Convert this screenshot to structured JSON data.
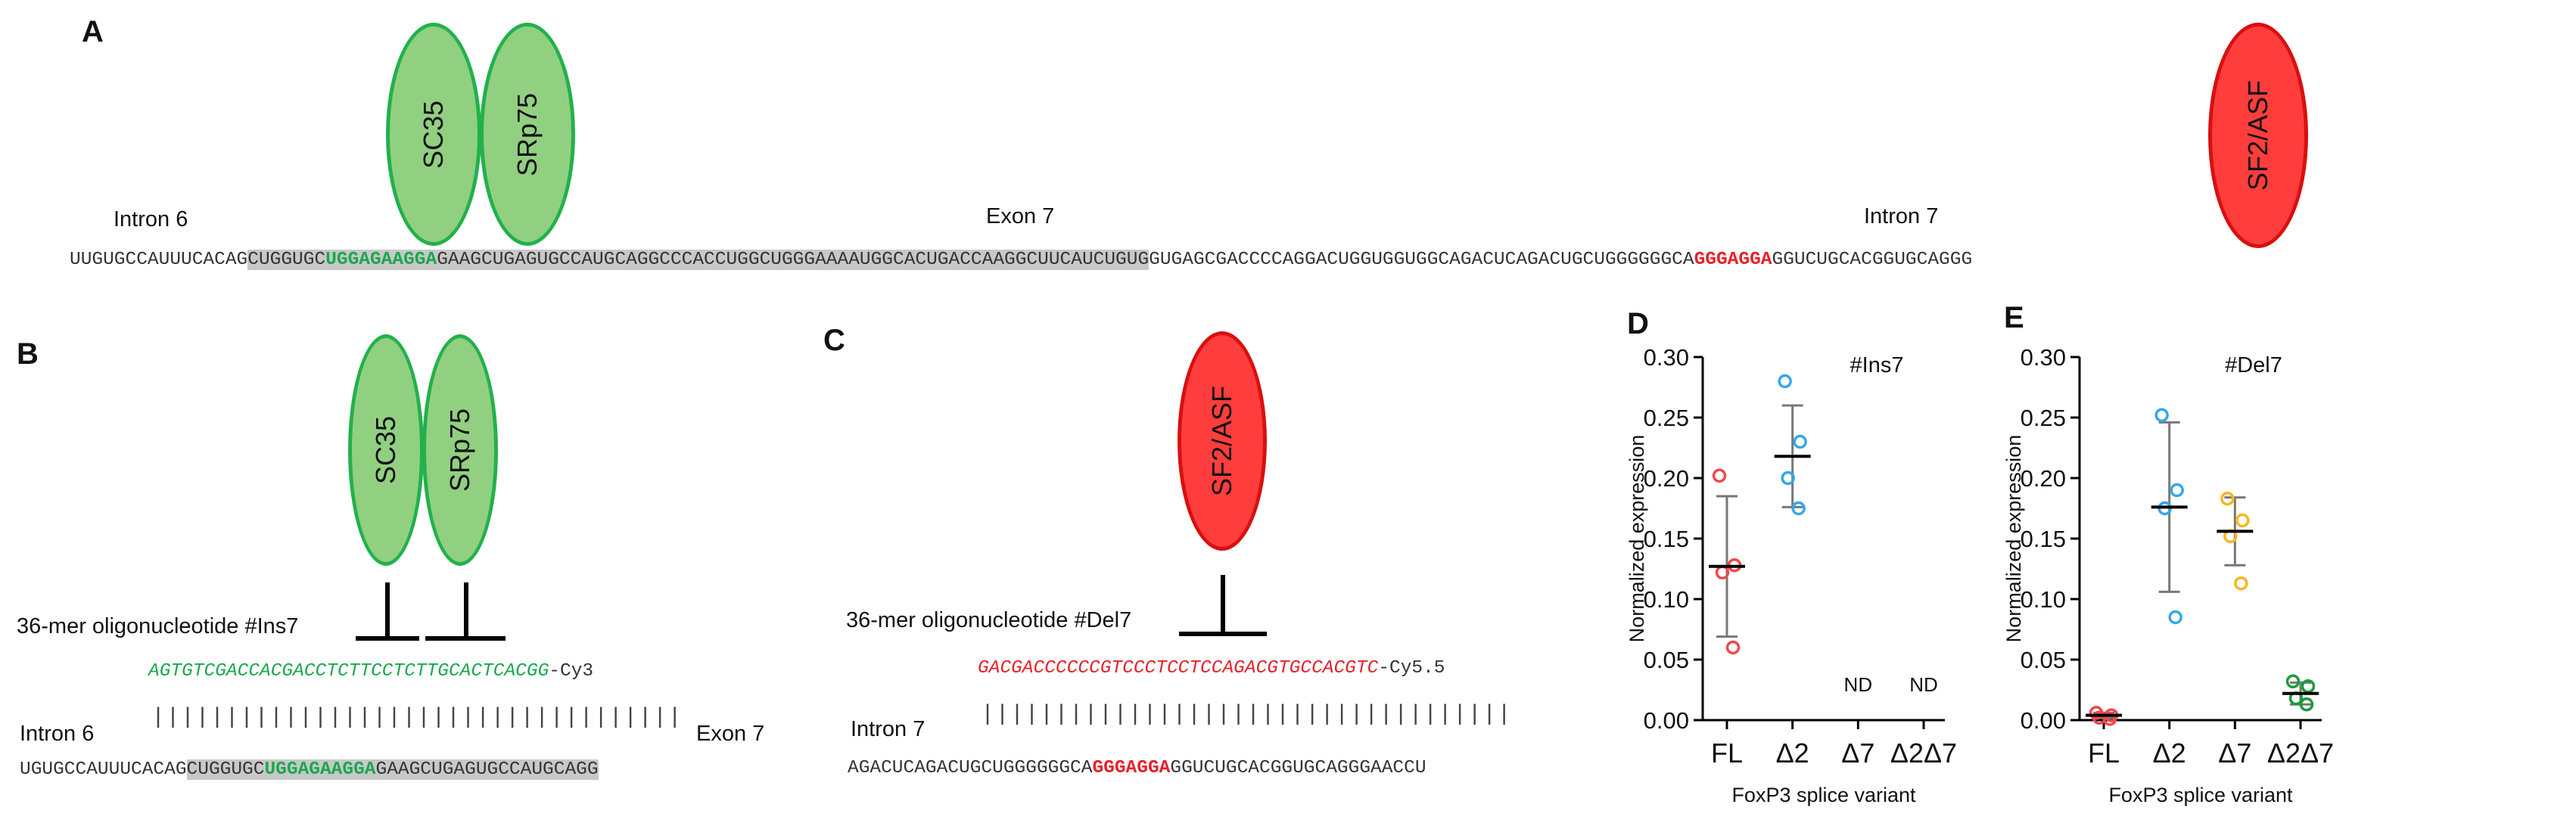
{
  "panels": {
    "A": "A",
    "B": "B",
    "C": "C",
    "D": "D",
    "E": "E"
  },
  "proteins": {
    "sc35": "SC35",
    "srp75": "SRp75",
    "sf2asf": "SF2/ASF"
  },
  "panelA": {
    "intron6": "Intron 6",
    "exon7": "Exon 7",
    "intron7": "Intron 7",
    "seq_pre": "UUGUGCCAUUUCACAG",
    "seq_ex1": "CUGGUGC",
    "seq_ex_motif": "UGGAGAAGGA",
    "seq_ex2": "GAAGCUGAGUGCCAUGCAGGCCCACCUGGCUGGGAAAAUGGCACUGACCAAGGCUUCAUCUGUG",
    "seq_int1": "GUGAGCGACCCCAGGACUGGUGGUGGCAGACUCAGACUGCUGGGGGGCA",
    "seq_int_motif": "GGGAGGA",
    "seq_int2": "GGUCUGCACGGUGCAGGG"
  },
  "panelB": {
    "oligo_label": "36-mer oligonucleotide #Ins7",
    "oligo_seq": "AGTGTCGACCACGACCTCTTCCTCTTGCACTCACGG",
    "dye": "-Cy3",
    "ticks": "||||||||||||||||||||||||||||||||||||",
    "intron": "Intron 6",
    "exon": "Exon 7",
    "seq_pre": "UGUGCCAUUUCACAG",
    "seq_ex1": "CUGGUGC",
    "seq_motif": "UGGAGAAGGA",
    "seq_ex2": "GAAGCUGAGUGCCAUGCAGG"
  },
  "panelC": {
    "oligo_label": "36-mer oligonucleotide #Del7",
    "oligo_seq": "GACGACCCCCCGTCCCTCCTCCAGACGTGCCACGTC",
    "dye": "-Cy5.5",
    "ticks": "||||||||||||||||||||||||||||||||||||",
    "intron": "Intron 7",
    "seq_pre": "AGACUCAGACUGCUGGGGGGCA",
    "seq_motif": "GGGAGGA",
    "seq_post": "GGUCUGCACGGUGCAGGGAACCU"
  },
  "chart_data": [
    {
      "panel": "D",
      "type": "scatter",
      "title": "#Ins7",
      "ylabel": "Normalized expression",
      "xlabel": "FoxP3 splice variant",
      "ylim": [
        0,
        0.3
      ],
      "yticks": [
        "0.00",
        "0.05",
        "0.10",
        "0.15",
        "0.20",
        "0.25",
        "0.30"
      ],
      "categories": [
        "FL",
        "Δ2",
        "Δ7",
        "Δ2Δ7"
      ],
      "colors": [
        "#f0484c",
        "#31a8e8",
        "#f5b820",
        "#1b9a3c"
      ],
      "points": [
        [
          0.202,
          0.128,
          0.122,
          0.06
        ],
        [
          0.28,
          0.23,
          0.2,
          0.175
        ],
        [],
        []
      ],
      "mean": [
        0.127,
        0.218,
        null,
        null
      ],
      "sd": [
        0.058,
        0.042,
        null,
        null
      ],
      "nd": [
        "",
        "",
        "ND",
        "ND"
      ]
    },
    {
      "panel": "E",
      "type": "scatter",
      "title": "#Del7",
      "ylabel": "Normalized expression",
      "xlabel": "FoxP3 splice variant",
      "ylim": [
        0,
        0.3
      ],
      "yticks": [
        "0.00",
        "0.05",
        "0.10",
        "0.15",
        "0.20",
        "0.25",
        "0.30"
      ],
      "categories": [
        "FL",
        "Δ2",
        "Δ7",
        "Δ2Δ7"
      ],
      "colors": [
        "#f0484c",
        "#31a8e8",
        "#f5b820",
        "#1b9a3c"
      ],
      "points": [
        [
          0.006,
          0.004,
          0.002,
          0.001
        ],
        [
          0.252,
          0.19,
          0.175,
          0.085
        ],
        [
          0.183,
          0.165,
          0.152,
          0.113
        ],
        [
          0.032,
          0.028,
          0.018,
          0.013
        ]
      ],
      "mean": [
        0.004,
        0.176,
        0.156,
        0.022
      ],
      "sd": [
        0.002,
        0.07,
        0.028,
        0.009
      ],
      "nd": [
        "",
        "",
        "",
        ""
      ]
    }
  ]
}
